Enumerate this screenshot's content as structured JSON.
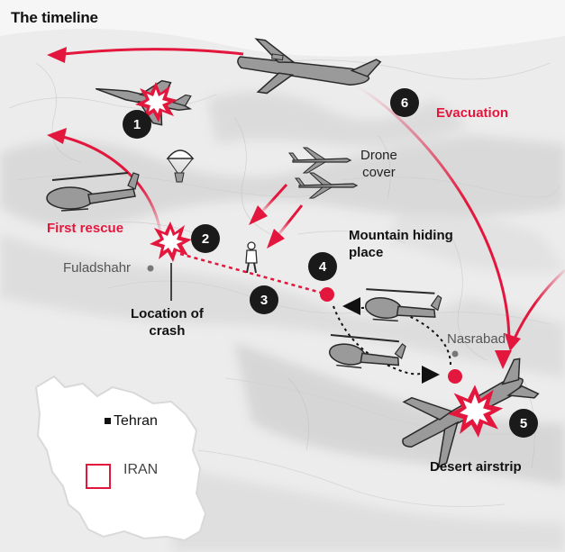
{
  "title": "The timeline",
  "labels": {
    "evacuation": "Evacuation",
    "first_rescue": "First rescue",
    "drone_cover": [
      "Drone",
      "cover"
    ],
    "mountain_hiding": [
      "Mountain hiding",
      "place"
    ],
    "location_crash": [
      "Location of",
      "crash"
    ],
    "desert_airstrip": "Desert airstrip",
    "fuladshahr": "Fuladshahr",
    "nasrabad": "Nasrabad",
    "tehran": "Tehran",
    "iran": "IRAN"
  },
  "steps": [
    "1",
    "2",
    "3",
    "4",
    "5",
    "6"
  ],
  "colors": {
    "accent": "#e3173e",
    "step_marker": "#1a1a1a",
    "aircraft": "#9a9a9a",
    "aircraft_outline": "#2a2a2a",
    "terrain": "#e9e9e9"
  },
  "icons": [
    "fighter-jet-icon",
    "explosion-icon",
    "parachute-icon",
    "helicopter-icon",
    "drone-icon",
    "soldier-icon",
    "cargo-plane-icon",
    "city-marker-icon"
  ]
}
